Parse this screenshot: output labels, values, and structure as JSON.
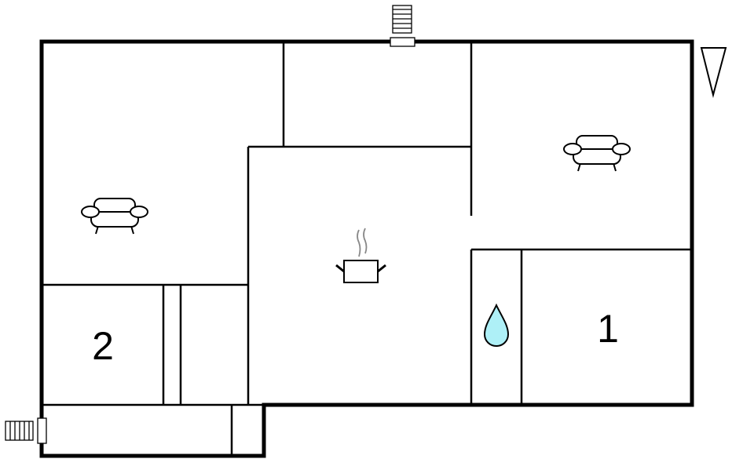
{
  "floorplan": {
    "rooms": [
      {
        "label": "2",
        "kind": "bedroom"
      },
      {
        "label": "1",
        "kind": "bedroom"
      }
    ],
    "icons": [
      "sofa-icon",
      "sofa-icon",
      "cooking-pot-icon",
      "water-drop-icon",
      "stairs-icon",
      "stairs-icon",
      "north-arrow-icon"
    ],
    "colors": {
      "wall": "#000000",
      "water": "#aef0f7",
      "steam": "#888888"
    }
  }
}
